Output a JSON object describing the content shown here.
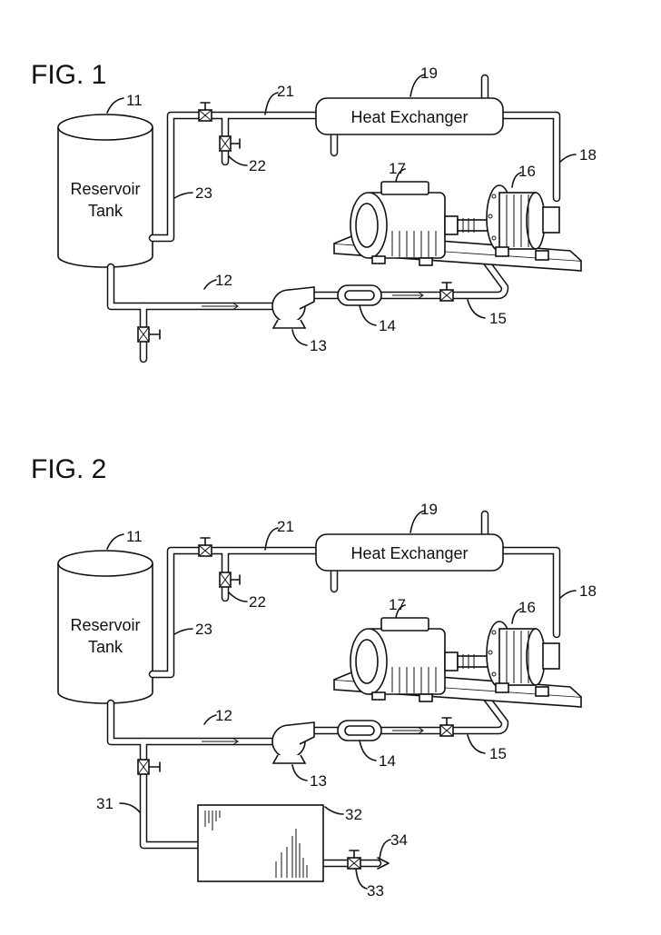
{
  "figures": [
    {
      "title": "FIG. 1",
      "tank_label": [
        "Reservoir",
        "Tank"
      ],
      "heat_exchanger_label": "Heat Exchanger",
      "refs": {
        "tank": "11",
        "line_12": "12",
        "pump_13": "13",
        "filter_14": "14",
        "line_15": "15",
        "unit_16": "16",
        "motor_17": "17",
        "line_18": "18",
        "heat_exchanger": "19",
        "line_21": "21",
        "valve_22": "22",
        "line_23": "23"
      }
    },
    {
      "title": "FIG. 2",
      "tank_label": [
        "Reservoir",
        "Tank"
      ],
      "heat_exchanger_label": "Heat Exchanger",
      "refs": {
        "tank": "11",
        "line_12": "12",
        "pump_13": "13",
        "filter_14": "14",
        "line_15": "15",
        "unit_16": "16",
        "motor_17": "17",
        "line_18": "18",
        "heat_exchanger": "19",
        "line_21": "21",
        "valve_22": "22",
        "line_23": "23",
        "line_31": "31",
        "settling_tank_32": "32",
        "valve_33": "33",
        "outlet_34": "34"
      }
    }
  ]
}
